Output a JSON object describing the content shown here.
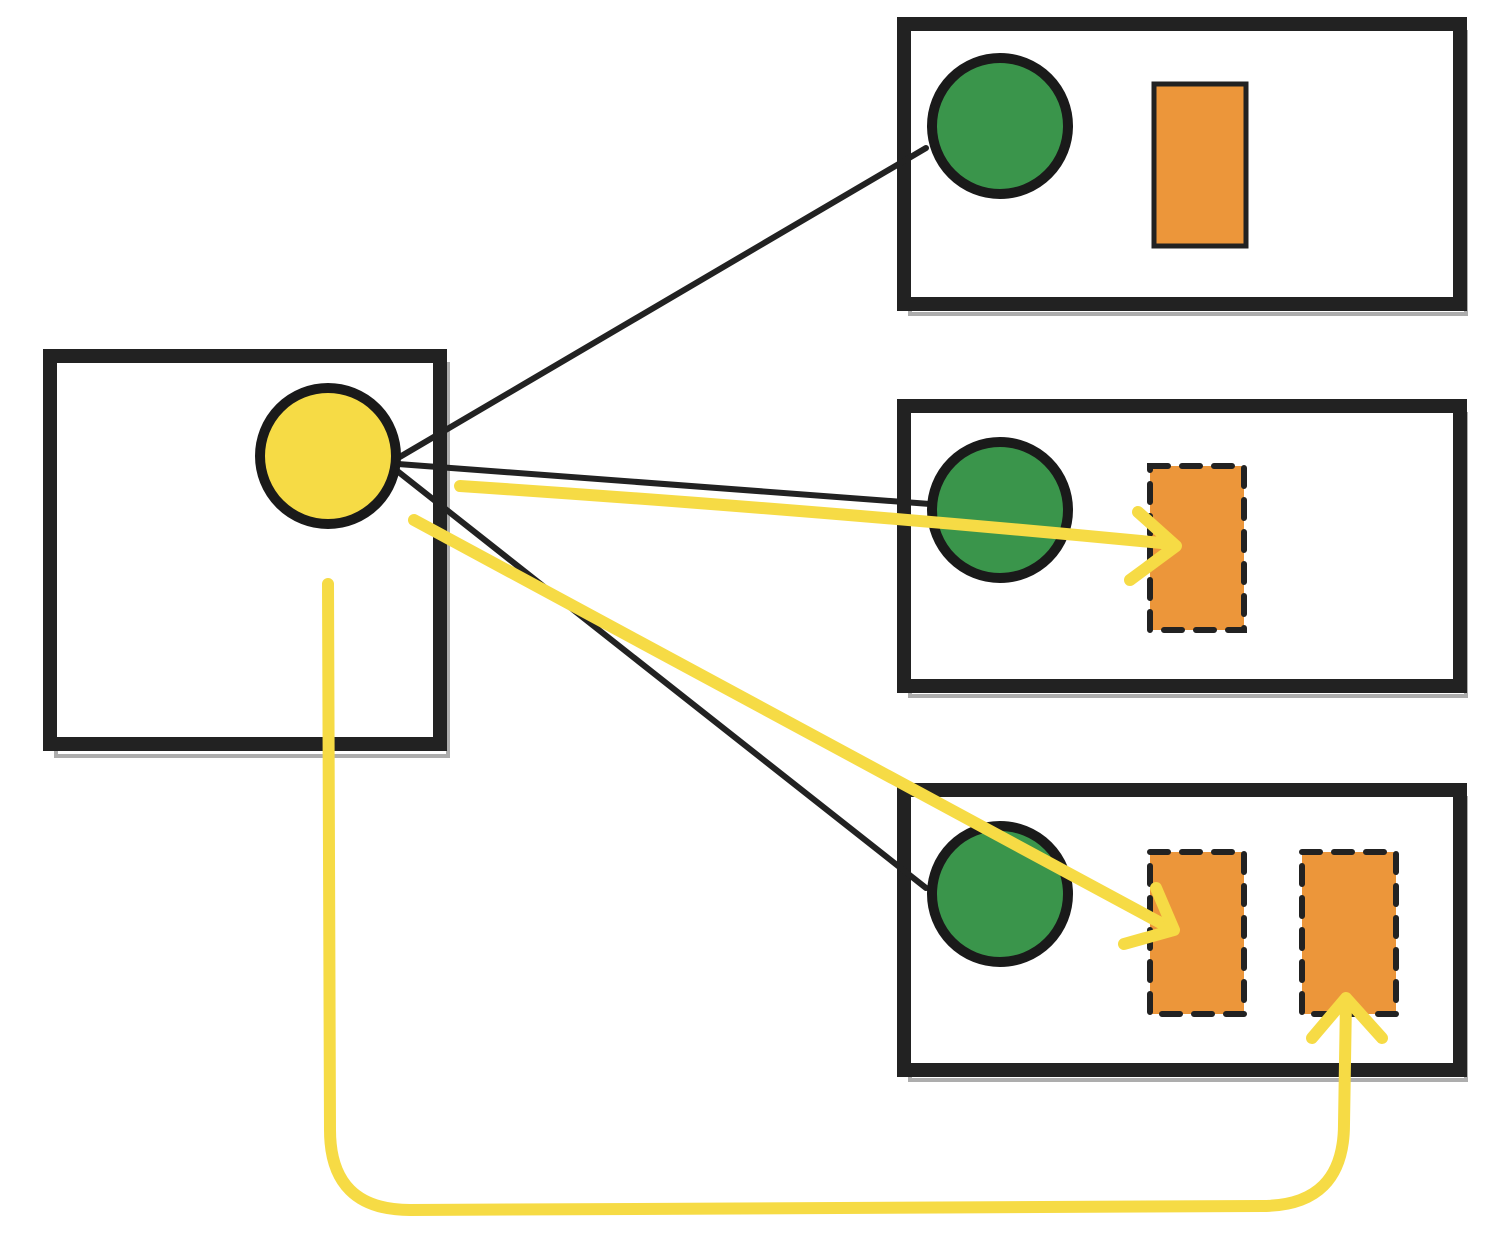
{
  "colors": {
    "background": "#ffffff",
    "outline": "#222222",
    "source_circle": "#f6db45",
    "node_circle": "#3a954b",
    "replica_rect": "#ec963a",
    "arrow": "#f6db45"
  },
  "diagram": {
    "source": {
      "circle_color": "yellow"
    },
    "targets": [
      {
        "circle_color": "green",
        "items": [
          {
            "style": "solid"
          }
        ]
      },
      {
        "circle_color": "green",
        "items": [
          {
            "style": "dashed"
          }
        ]
      },
      {
        "circle_color": "green",
        "items": [
          {
            "style": "dashed"
          },
          {
            "style": "dashed"
          }
        ]
      }
    ],
    "connections": [
      {
        "from": "source-circle",
        "to": "target-1-circle",
        "style": "line"
      },
      {
        "from": "source-circle",
        "to": "target-2-circle",
        "style": "line"
      },
      {
        "from": "source-circle",
        "to": "target-3-circle",
        "style": "line"
      }
    ],
    "copy_arrows": [
      {
        "from": "source-circle",
        "to": "target-2-rect-1"
      },
      {
        "from": "source-circle",
        "to": "target-3-rect-1"
      },
      {
        "from": "source-circle",
        "to": "target-3-rect-2"
      }
    ]
  }
}
